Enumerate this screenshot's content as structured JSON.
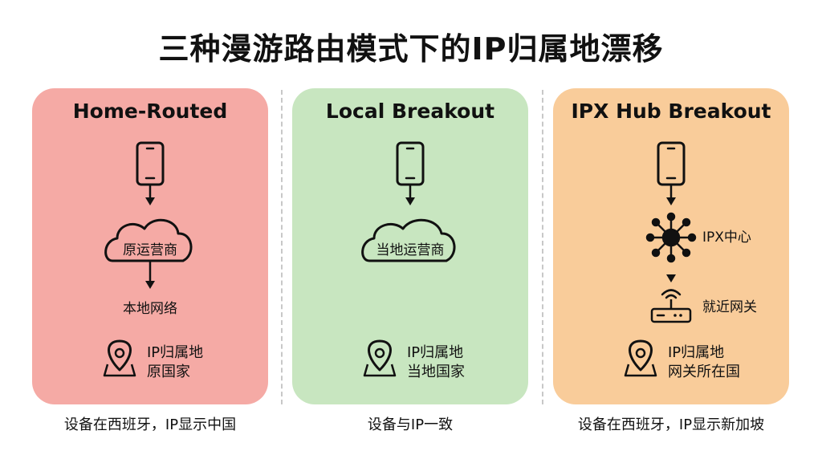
{
  "title": "三种漫游路由模式下的IP归属地漂移",
  "colors": {
    "home_routed_bg": "#f5aaa5",
    "local_breakout_bg": "#c8e6c0",
    "ipx_breakout_bg": "#f9cc9a",
    "stroke": "#111111"
  },
  "panels": [
    {
      "heading": "Home-Routed",
      "cloud_label": "原运营商",
      "network_label": "本地网络",
      "ip_line1": "IP归属地",
      "ip_line2": "原国家",
      "caption": "设备在西班牙，IP显示中国",
      "icons": [
        "phone-icon",
        "cloud-icon",
        "arrow-down-icon",
        "location-pin-icon"
      ]
    },
    {
      "heading": "Local Breakout",
      "cloud_label": "当地运营商",
      "ip_line1": "IP归属地",
      "ip_line2": "当地国家",
      "caption": "设备与IP一致",
      "icons": [
        "phone-icon",
        "cloud-icon",
        "arrow-down-icon",
        "location-pin-icon"
      ]
    },
    {
      "heading": "IPX Hub Breakout",
      "hub_label": "IPX中心",
      "gateway_label": "就近网关",
      "ip_line1": "IP归属地",
      "ip_line2": "网关所在国",
      "caption": "设备在西班牙，IP显示新加坡",
      "icons": [
        "phone-icon",
        "hub-network-icon",
        "router-icon",
        "location-pin-icon"
      ]
    }
  ]
}
